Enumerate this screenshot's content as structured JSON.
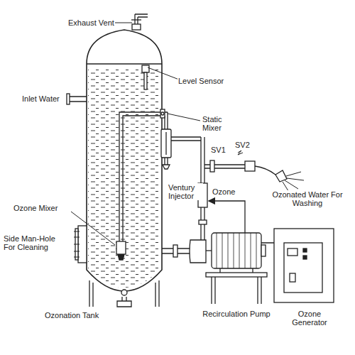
{
  "diagram": {
    "labels": [
      "Exhaust Vent",
      "Level Sensor",
      "Inlet Water",
      "Static Mixer",
      "SV1",
      "SV2",
      "Ozonated Water For Washing",
      "Ventury Injector",
      "Ozone",
      "Ozone Mixer",
      "Side Man-Hole For Cleaning",
      "Ozonation Tank",
      "Recirculation Pump",
      "Ozone Generator"
    ]
  }
}
